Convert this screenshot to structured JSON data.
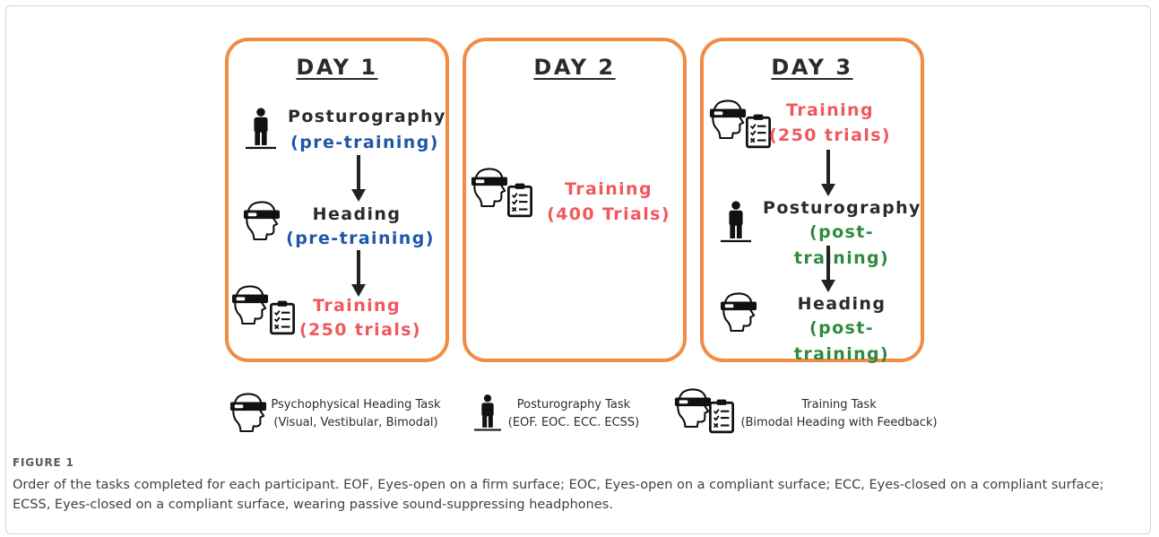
{
  "days": [
    {
      "title": "DAY 1",
      "steps": [
        {
          "name": "Posturography",
          "sub": "(pre-training)"
        },
        {
          "name": "Heading",
          "sub": "(pre-training)"
        },
        {
          "name": "Training",
          "sub": "(250 trials)"
        }
      ]
    },
    {
      "title": "DAY 2",
      "steps": [
        {
          "name": "Training",
          "sub": "(400 Trials)"
        }
      ]
    },
    {
      "title": "DAY 3",
      "steps": [
        {
          "name": "Training",
          "sub": "(250 trials)"
        },
        {
          "name": "Posturography",
          "sub": "(post-training)"
        },
        {
          "name": "Heading",
          "sub": "(post-training)"
        }
      ]
    }
  ],
  "legend": [
    {
      "icon": "vr-headset-head-icon",
      "line1": "Psychophysical Heading Task",
      "line2": "(Visual, Vestibular, Bimodal)"
    },
    {
      "icon": "standing-person-icon",
      "line1": "Posturography Task",
      "line2": "(EOF. EOC. ECC. ECSS)"
    },
    {
      "icon": "headset-clipboard-icon",
      "line1": "Training Task",
      "line2": "(Bimodal Heading with Feedback)"
    }
  ],
  "figure_label": "FIGURE 1",
  "caption": "Order of the tasks completed for each participant. EOF, Eyes-open on a firm surface; EOC, Eyes-open on a compliant surface; ECC, Eyes-closed on a compliant surface; ECSS, Eyes-closed on a compliant surface, wearing passive sound-suppressing headphones.",
  "colors": {
    "box_border": "#f28c45",
    "pre_training": "#1f57a8",
    "training": "#f0585d",
    "post_training": "#2e8b3e",
    "text_dark": "#2b2b2b"
  }
}
